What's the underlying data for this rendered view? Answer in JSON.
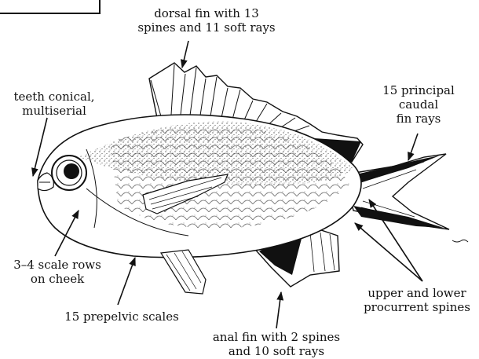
{
  "labels": {
    "dorsal": [
      "dorsal fin with 13",
      "spines and 11 soft rays"
    ],
    "teeth": [
      "teeth conical,",
      "multiserial"
    ],
    "caudal": [
      "15 principal",
      "caudal",
      "fin rays"
    ],
    "cheek": [
      "3–4 scale rows",
      "on cheek"
    ],
    "prepelvic": [
      "15 prepelvic scales"
    ],
    "procurrent": [
      "upper and lower",
      "procurrent spines"
    ],
    "anal": [
      "anal fin with 2 spines",
      "and 10 soft rays"
    ]
  },
  "colors": {
    "ink": "#111111",
    "background": "#ffffff"
  }
}
